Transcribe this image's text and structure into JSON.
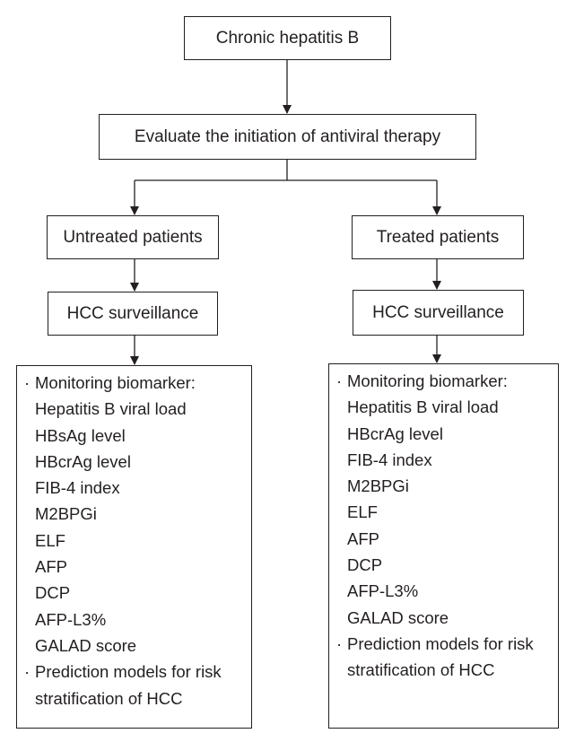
{
  "nodes": {
    "root": "Chronic hepatitis B",
    "evaluate": "Evaluate the initiation of antiviral therapy",
    "untreated": "Untreated patients",
    "treated": "Treated patients",
    "hcc_left": "HCC surveillance",
    "hcc_right": "HCC surveillance"
  },
  "bullet_glyph": "·",
  "left_list": [
    {
      "text": "Monitoring biomarker:",
      "bullet": true
    },
    {
      "text": "Hepatitis B viral load",
      "bullet": false
    },
    {
      "text": "HBsAg level",
      "bullet": false
    },
    {
      "text": "HBcrAg level",
      "bullet": false
    },
    {
      "text": "FIB-4 index",
      "bullet": false
    },
    {
      "text": "M2BPGi",
      "bullet": false
    },
    {
      "text": "ELF",
      "bullet": false
    },
    {
      "text": "AFP",
      "bullet": false
    },
    {
      "text": "DCP",
      "bullet": false
    },
    {
      "text": "AFP-L3%",
      "bullet": false
    },
    {
      "text": "GALAD score",
      "bullet": false
    },
    {
      "text": "Prediction models for risk",
      "bullet": true
    },
    {
      "text": "stratification of HCC",
      "bullet": false
    }
  ],
  "right_list": [
    {
      "text": "Monitoring biomarker:",
      "bullet": true
    },
    {
      "text": "Hepatitis B viral load",
      "bullet": false
    },
    {
      "text": "HBcrAg level",
      "bullet": false
    },
    {
      "text": "FIB-4 index",
      "bullet": false
    },
    {
      "text": "M2BPGi",
      "bullet": false
    },
    {
      "text": "ELF",
      "bullet": false
    },
    {
      "text": "AFP",
      "bullet": false
    },
    {
      "text": "DCP",
      "bullet": false
    },
    {
      "text": "AFP-L3%",
      "bullet": false
    },
    {
      "text": "GALAD score",
      "bullet": false
    },
    {
      "text": "Prediction models for risk",
      "bullet": true
    },
    {
      "text": "stratification of HCC",
      "bullet": false
    }
  ]
}
